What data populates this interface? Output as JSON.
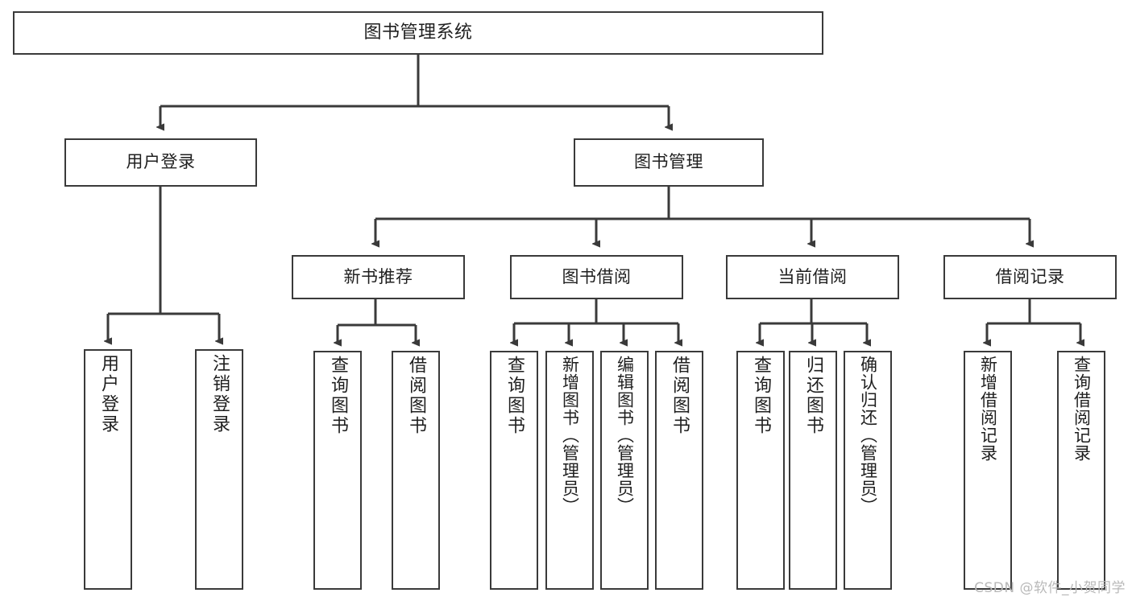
{
  "diagram": {
    "type": "tree-hierarchy",
    "title": "图书管理系统",
    "watermark": "CSDN @软件_小贺同学",
    "colors": {
      "background": "#ffffff",
      "border": "#3a3a3a",
      "text": "#1f1f1f",
      "edge": "#3a3a3a",
      "watermark": "#b9b9b9"
    },
    "levels": [
      {
        "level": 1,
        "nodes": [
          {
            "id": "root",
            "label": "图书管理系统",
            "orientation": "horizontal"
          }
        ]
      },
      {
        "level": 2,
        "nodes": [
          {
            "id": "user-login",
            "label": "用户登录",
            "orientation": "horizontal",
            "parent": "root"
          },
          {
            "id": "book-manage",
            "label": "图书管理",
            "orientation": "horizontal",
            "parent": "root"
          }
        ]
      },
      {
        "level": 3,
        "nodes": [
          {
            "id": "new-book-rec",
            "label": "新书推荐",
            "orientation": "horizontal",
            "parent": "book-manage"
          },
          {
            "id": "book-borrow",
            "label": "图书借阅",
            "orientation": "horizontal",
            "parent": "book-manage"
          },
          {
            "id": "current-borrow",
            "label": "当前借阅",
            "orientation": "horizontal",
            "parent": "book-manage"
          },
          {
            "id": "borrow-record",
            "label": "借阅记录",
            "orientation": "horizontal",
            "parent": "book-manage"
          }
        ]
      },
      {
        "level": 4,
        "nodes": [
          {
            "id": "leaf-user-login",
            "label": "用户登录",
            "orientation": "vertical",
            "parent": "user-login"
          },
          {
            "id": "leaf-logout",
            "label": "注销登录",
            "orientation": "vertical",
            "parent": "user-login"
          },
          {
            "id": "leaf-query-book-1",
            "label": "查询图书",
            "orientation": "vertical",
            "parent": "new-book-rec"
          },
          {
            "id": "leaf-borrow-book-1",
            "label": "借阅图书",
            "orientation": "vertical",
            "parent": "new-book-rec"
          },
          {
            "id": "leaf-query-book-2",
            "label": "查询图书",
            "orientation": "vertical",
            "parent": "book-borrow"
          },
          {
            "id": "leaf-add-book",
            "label": "新增图书（管理员）",
            "orientation": "vertical",
            "parent": "book-borrow"
          },
          {
            "id": "leaf-edit-book",
            "label": "编辑图书（管理员）",
            "orientation": "vertical",
            "parent": "book-borrow"
          },
          {
            "id": "leaf-borrow-book-2",
            "label": "借阅图书",
            "orientation": "vertical",
            "parent": "book-borrow"
          },
          {
            "id": "leaf-query-book-3",
            "label": "查询图书",
            "orientation": "vertical",
            "parent": "current-borrow"
          },
          {
            "id": "leaf-return-book",
            "label": "归还图书",
            "orientation": "vertical",
            "parent": "current-borrow"
          },
          {
            "id": "leaf-confirm-return",
            "label": "确认归还（管理员）",
            "orientation": "vertical",
            "parent": "current-borrow"
          },
          {
            "id": "leaf-add-record",
            "label": "新增借阅记录",
            "orientation": "vertical",
            "parent": "borrow-record"
          },
          {
            "id": "leaf-query-record",
            "label": "查询借阅记录",
            "orientation": "vertical",
            "parent": "borrow-record"
          }
        ]
      }
    ]
  }
}
